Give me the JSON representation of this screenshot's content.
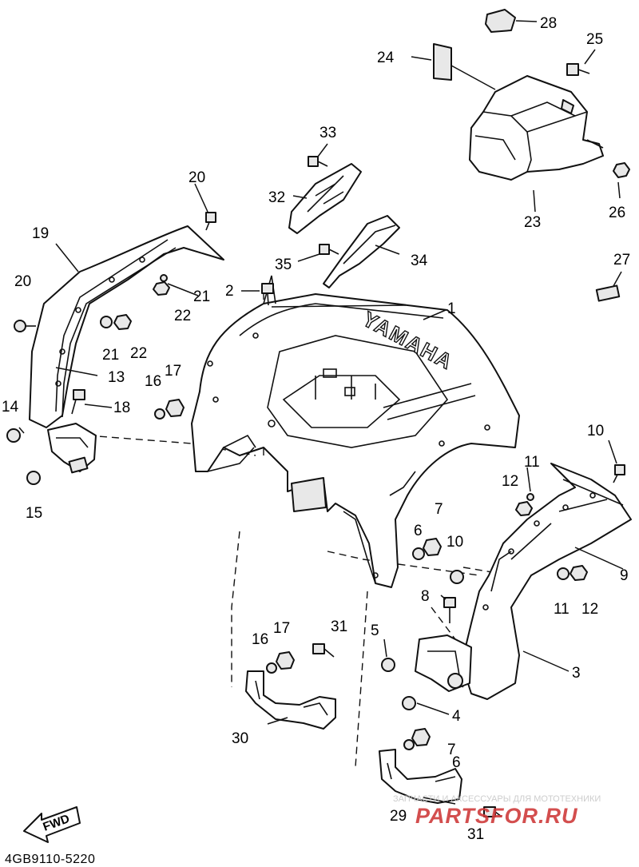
{
  "diagram": {
    "brand_embossing": "YAMAHA",
    "fwd_arrow_label": "FWD",
    "drawing_code": "4GB9110-5220",
    "callouts": {
      "c1": "1",
      "c2": "2",
      "c3": "3",
      "c4": "4",
      "c5": "5",
      "c6a": "6",
      "c6b": "6",
      "c7a": "7",
      "c7b": "7",
      "c8": "8",
      "c9": "9",
      "c10a": "10",
      "c10b": "10",
      "c11a": "11",
      "c11b": "11",
      "c12a": "12",
      "c12b": "12",
      "c13": "13",
      "c14": "14",
      "c15": "15",
      "c16a": "16",
      "c16b": "16",
      "c17a": "17",
      "c17b": "17",
      "c18": "18",
      "c19": "19",
      "c20a": "20",
      "c20b": "20",
      "c21a": "21",
      "c21b": "21",
      "c22a": "22",
      "c22b": "22",
      "c23": "23",
      "c24": "24",
      "c25": "25",
      "c26": "26",
      "c27": "27",
      "c28": "28",
      "c29": "29",
      "c30": "30",
      "c31a": "31",
      "c31b": "31",
      "c32": "32",
      "c33": "33",
      "c34": "34",
      "c35": "35"
    }
  },
  "watermark": {
    "tagline": "ЗАПЧАСТИ И АКСЕССУАРЫ ДЛЯ МОТОТЕХНИКИ",
    "logo": "PARTSFOR.RU"
  },
  "colors": {
    "line": "#111111",
    "watermark_red": "#cf3b3b",
    "watermark_gray": "#c8c8c8"
  }
}
